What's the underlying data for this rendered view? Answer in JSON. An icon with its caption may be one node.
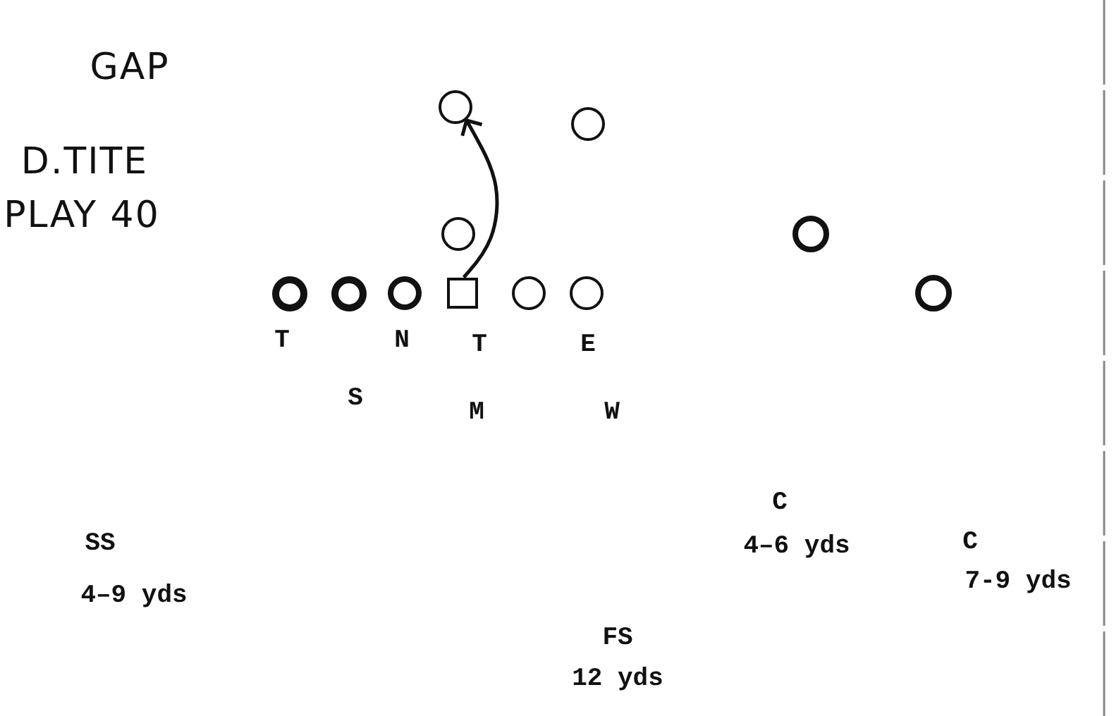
{
  "diagram": {
    "nodes": [
      {
        "text": [],
        "shape": "circle"
      },
      {
        "text": [],
        "shape": "circle"
      },
      {
        "text": [],
        "shape": "circle"
      },
      {
        "text": [],
        "shape": "circle"
      },
      {
        "text": [],
        "shape": "circle"
      },
      {
        "text": [],
        "shape": "circle"
      },
      {
        "text": [],
        "shape": "circle"
      },
      {
        "text": [],
        "shape": "box"
      },
      {
        "text": [],
        "shape": "circle"
      },
      {
        "text": [],
        "shape": "circle"
      },
      {
        "text": [],
        "shape": "circle"
      }
    ],
    "edges": [
      {
        "from": 7,
        "to": 0,
        "arrow": "to"
      }
    ],
    "labels": [
      "GAP",
      "D.TITE",
      "PLAY 40",
      "T",
      "N",
      "T",
      "E",
      "S",
      "M",
      "W",
      "C",
      "SS",
      "4–6 yds",
      "C",
      "4–9 yds",
      "7-9 yds",
      "FS",
      "12 yds"
    ]
  }
}
